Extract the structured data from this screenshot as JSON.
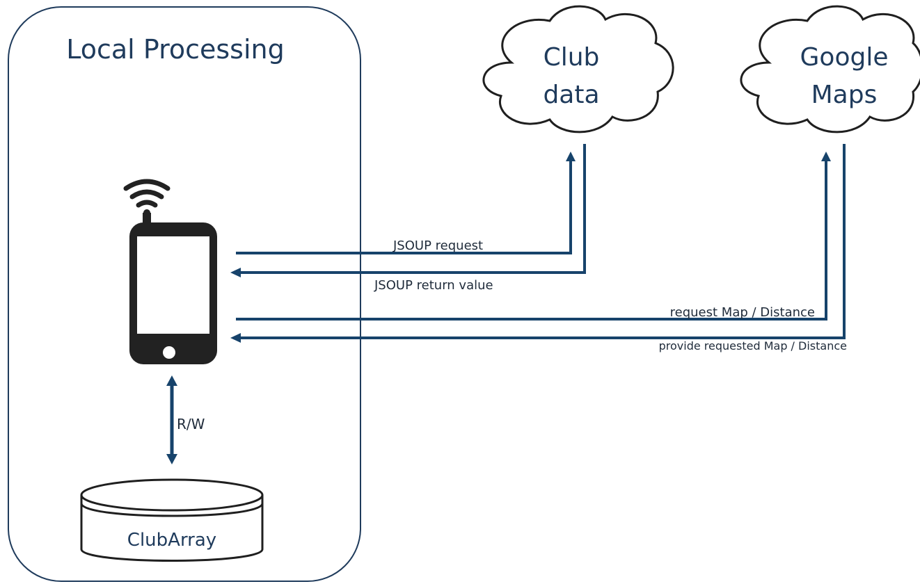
{
  "local_box": {
    "title": "Local Processing"
  },
  "clouds": {
    "club": {
      "line1": "Club",
      "line2": "data"
    },
    "google": {
      "line1": "Google",
      "line2": "Maps"
    }
  },
  "datastore": {
    "label": "ClubArray"
  },
  "arrows": {
    "rw": "R/W",
    "jsoup_request": "JSOUP request",
    "jsoup_return": "JSOUP return value",
    "request_map": "request Map / Distance",
    "provide_map": "provide requested Map / Distance"
  },
  "colors": {
    "line": "#17436b",
    "text": "#1f3b5c",
    "outline": "#1f3b5c",
    "phone": "#222222"
  }
}
